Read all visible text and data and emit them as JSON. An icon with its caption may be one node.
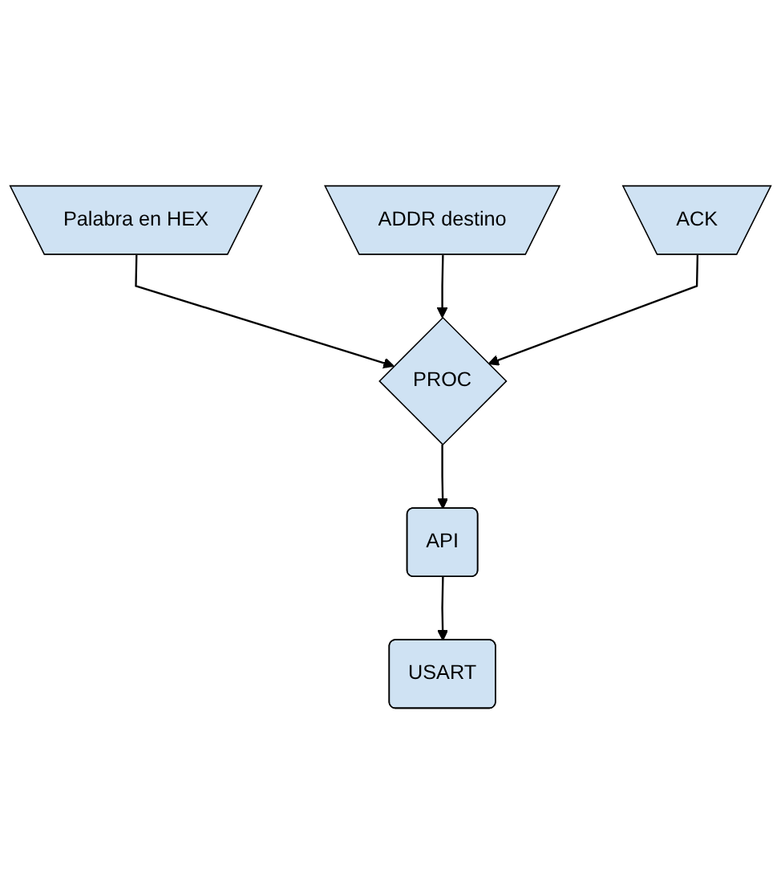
{
  "diagram": {
    "nodes": [
      {
        "text": [
          "Palabra en HEX"
        ]
      },
      {
        "text": [
          "ADDR destino"
        ]
      },
      {
        "text": [
          "ACK"
        ]
      },
      {
        "text": [
          "PROC"
        ]
      },
      {
        "text": [
          "API"
        ]
      },
      {
        "text": [
          "USART"
        ]
      }
    ],
    "edges": [
      {
        "from": 0,
        "to": 3,
        "arrow": "to"
      },
      {
        "from": 1,
        "to": 3,
        "arrow": "to"
      },
      {
        "from": 2,
        "to": 3,
        "arrow": "to"
      },
      {
        "from": 3,
        "to": 4,
        "arrow": "to"
      },
      {
        "from": 4,
        "to": 5,
        "arrow": "to"
      }
    ]
  }
}
